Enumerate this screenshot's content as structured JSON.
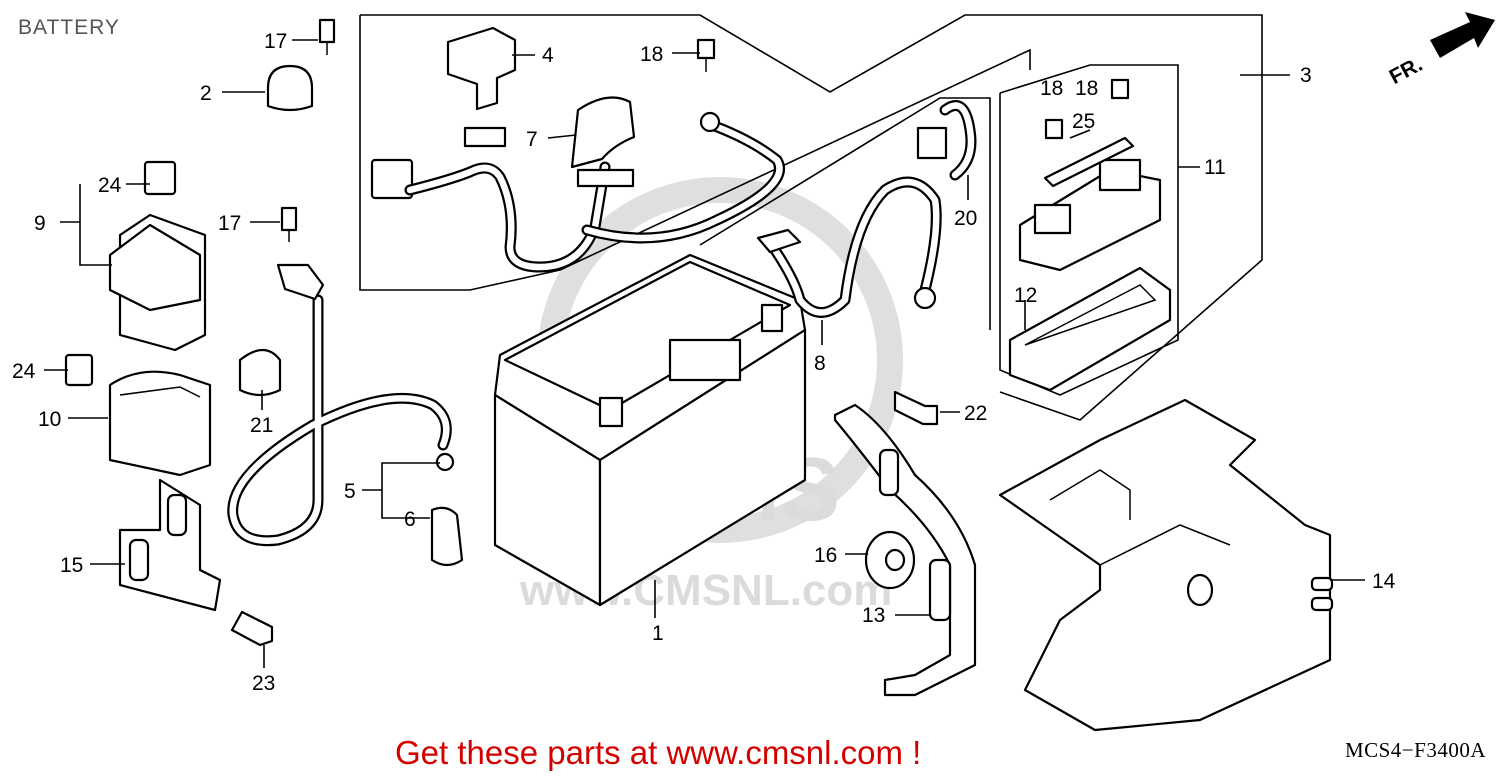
{
  "page": {
    "title": "BATTERY",
    "diagram_ref": "MCS4−F3400A",
    "promo": "Get these parts at www.cmsnl.com !",
    "front_marker": "FR.",
    "watermark_text": "www.CMSNL.com",
    "watermark_logo": "CMS",
    "promo_color": "#d40000"
  },
  "callouts": {
    "c1": "1",
    "c2": "2",
    "c3": "3",
    "c4": "4",
    "c5": "5",
    "c6": "6",
    "c7": "7",
    "c8": "8",
    "c9": "9",
    "c10": "10",
    "c11": "11",
    "c12": "12",
    "c13": "13",
    "c14": "14",
    "c15": "15",
    "c16": "16",
    "c17a": "17",
    "c17b": "17",
    "c18a": "18",
    "c18b": "18",
    "c18c": "18",
    "c20": "20",
    "c21": "21",
    "c22": "22",
    "c23": "23",
    "c24a": "24",
    "c24b": "24",
    "c25": "25"
  }
}
